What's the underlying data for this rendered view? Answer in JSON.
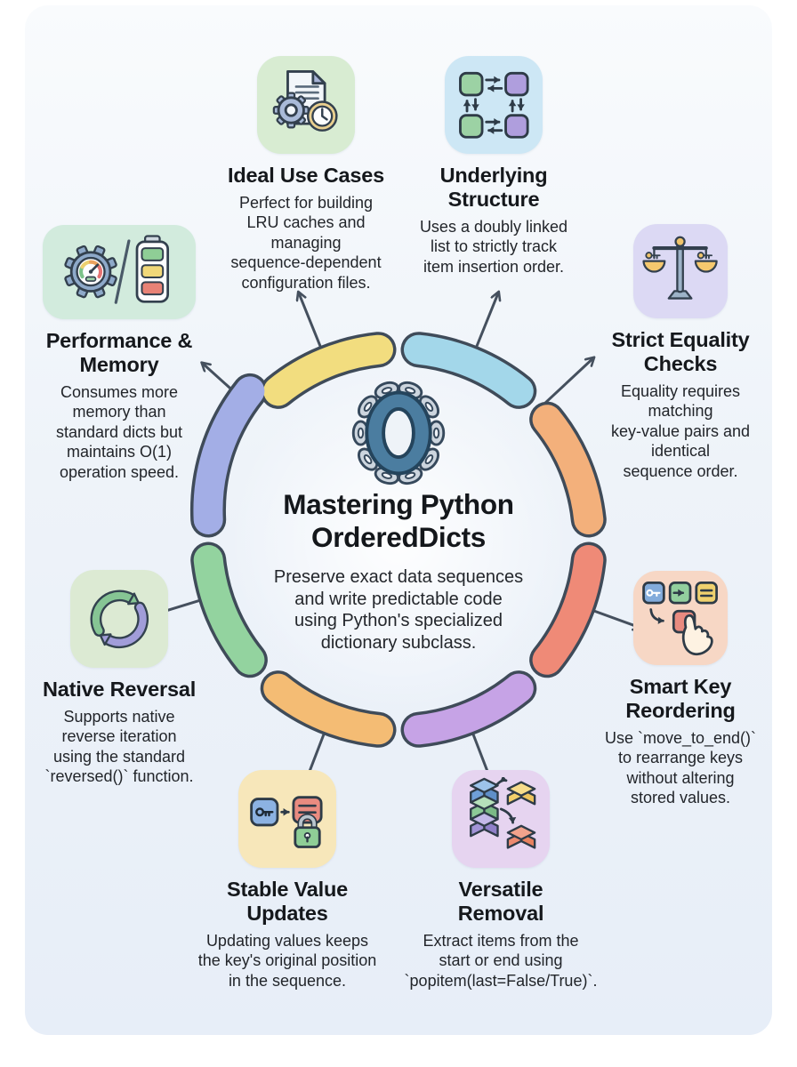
{
  "page": {
    "background_color": "#ffffff",
    "panel_color": "#eef3f9"
  },
  "center": {
    "logo_icon": "chain-link-ring-icon",
    "title": "Mastering Python\nOrderedDicts",
    "description": "Preserve exact data sequences\nand write predictable code\nusing Python's specialized\ndictionary subclass."
  },
  "items": [
    {
      "id": "ideal-use-cases",
      "title": "Ideal Use Cases",
      "description": "Perfect for building\nLRU caches and\nmanaging\nsequence-dependent\nconfiguration files.",
      "icon": "document-gear-clock-icon",
      "icon_bg": "#d8ecd2"
    },
    {
      "id": "underlying-structure",
      "title": "Underlying\nStructure",
      "description": "Uses a doubly linked\nlist to strictly track\nitem insertion order.",
      "icon": "linked-nodes-icon",
      "icon_bg": "#cde7f5"
    },
    {
      "id": "strict-equality-checks",
      "title": "Strict Equality\nChecks",
      "description": "Equality requires\nmatching\nkey-value pairs and\nidentical\nsequence order.",
      "icon": "balance-scale-keys-icon",
      "icon_bg": "#dcd9f4"
    },
    {
      "id": "smart-key-reordering",
      "title": "Smart Key\nReordering",
      "description": "Use `move_to_end()`\nto rearrange keys\nwithout altering\nstored values.",
      "icon": "key-reorder-hand-icon",
      "icon_bg": "#f7d7c5"
    },
    {
      "id": "versatile-removal",
      "title": "Versatile\nRemoval",
      "description": "Extract items from the\nstart or end using\n`popitem(last=False/True)`.",
      "icon": "box-stack-extract-icon",
      "icon_bg": "#e6d4f0"
    },
    {
      "id": "stable-value-updates",
      "title": "Stable Value\nUpdates",
      "description": "Updating values keeps\nthe key's original position\nin the sequence.",
      "icon": "key-lock-update-icon",
      "icon_bg": "#f7e7ba"
    },
    {
      "id": "native-reversal",
      "title": "Native Reversal",
      "description": "Supports native\nreverse iteration\nusing the standard\n`reversed()` function.",
      "icon": "cycle-arrows-icon",
      "icon_bg": "#dcead3"
    },
    {
      "id": "performance-memory",
      "title": "Performance &\nMemory",
      "description": "Consumes more\nmemory than\nstandard dicts but\nmaintains O(1)\noperation speed.",
      "icon": "gauge-battery-icon",
      "icon_bg": "#d2ebdd"
    }
  ],
  "ring": {
    "outline_color": "#3f4b59",
    "arrow_color": "#45505e",
    "segments": [
      {
        "name": "top-left",
        "color": "#f2dd7f"
      },
      {
        "name": "top-right",
        "color": "#a3d7ea"
      },
      {
        "name": "right-upper",
        "color": "#f3b07b"
      },
      {
        "name": "right-lower",
        "color": "#ef8a77"
      },
      {
        "name": "bottom-right",
        "color": "#c6a3e6"
      },
      {
        "name": "bottom-left",
        "color": "#f4bc74"
      },
      {
        "name": "left-lower",
        "color": "#93d39f"
      },
      {
        "name": "left-upper",
        "color": "#a3aee6"
      }
    ]
  },
  "colors": {
    "title_text": "#15181c",
    "body_text": "#22252a"
  }
}
